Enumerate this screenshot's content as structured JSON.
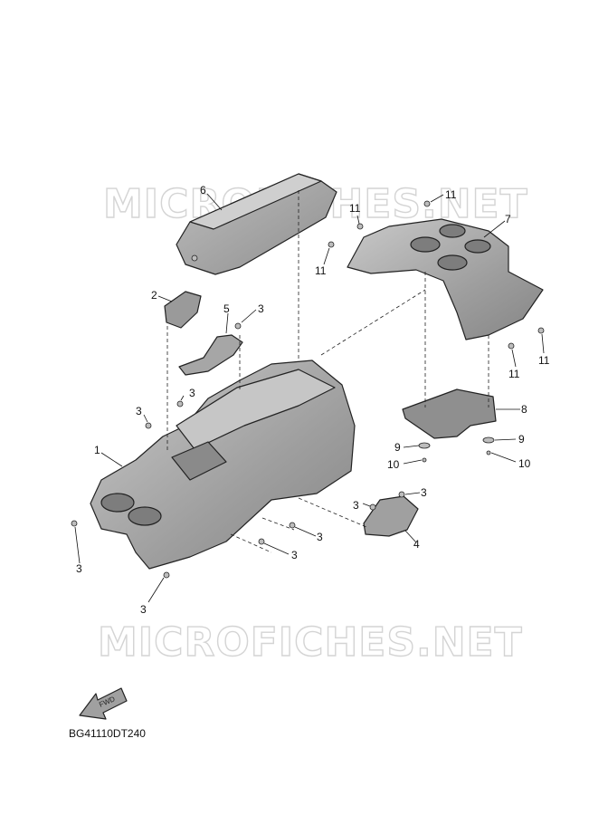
{
  "watermarks": [
    "MICROFICHES.NET",
    "MICROFICHES.NET"
  ],
  "diagram_code": "BG41110DT240",
  "fwd_label": "FWD",
  "callouts": [
    "1",
    "2",
    "3",
    "4",
    "5",
    "6",
    "7",
    "8",
    "9",
    "10",
    "11"
  ],
  "colors": {
    "part_fill": "#a9a9a9",
    "part_light": "#cfcfcf",
    "part_dark": "#7d7d7d",
    "line": "#222222"
  }
}
